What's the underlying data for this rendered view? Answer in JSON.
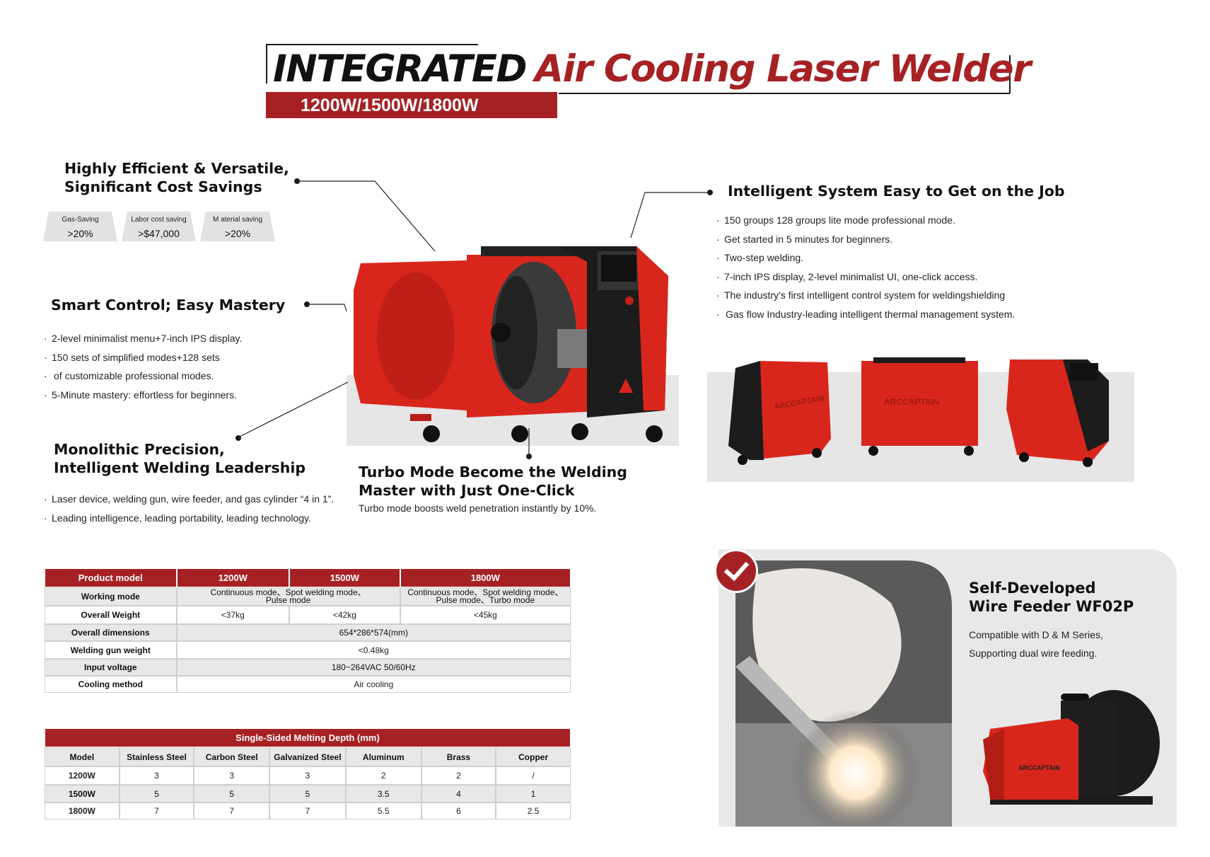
{
  "header": {
    "title_black": "INTEGRATED",
    "title_red": "Air Cooling Laser Welder",
    "power_badge": "1200W/1500W/1800W"
  },
  "colors": {
    "brand_red": "#a62124",
    "machine_red": "#d9261c",
    "panel_gray": "#e6e6e6"
  },
  "section_efficient": {
    "title_l1": "Highly Efficient & Versatile,",
    "title_l2": "Significant Cost Savings",
    "badges": [
      {
        "label": "Gas-Saving",
        "value": ">20%"
      },
      {
        "label": "Labor cost saving",
        "value": ">$47,000"
      },
      {
        "label": "M aterial saving",
        "value": ">20%"
      }
    ]
  },
  "section_smart": {
    "title": "Smart Control; Easy Mastery",
    "bullets": [
      "2-level minimalist menu+7-inch IPS display.",
      "150 sets of simplified modes+128 sets",
      "of customizable professional modes.",
      "5-Minute mastery: effortless for beginners."
    ]
  },
  "section_monolithic": {
    "title_l1": "Monolithic Precision,",
    "title_l2": "Intelligent Welding Leadership",
    "bullets": [
      "Laser device, welding gun, wire feeder, and gas cylinder “4 in 1”.",
      "Leading intelligence, leading portability, leading technology."
    ]
  },
  "section_turbo": {
    "title_l1": "Turbo Mode Become the Welding",
    "title_l2": "Master with Just One-Click",
    "text": "Turbo mode boosts weld penetration instantly by 10%."
  },
  "section_intelligent": {
    "title": "Intelligent System Easy to Get on the Job",
    "bullets": [
      "150 groups 128 groups lite mode   professional mode.",
      "Get started in 5 minutes for beginners.",
      "Two-step welding.",
      "7-inch IPS display, 2-level minimalist UI, one-click access.",
      "The industry's first intelligent control system for weldingshielding",
      "Gas flow Industry-leading intelligent  thermal management system."
    ]
  },
  "brand_logo": "ARCCAPTAIN",
  "spec_table": {
    "headers": [
      "Product model",
      "1200W",
      "1500W",
      "1800W"
    ],
    "working_mode": {
      "label": "Working mode",
      "v1": "Continuous mode、Spot welding mode、",
      "v1b": "Pulse mode",
      "v2": "Continuous mode、Spot welding mode、",
      "v2b": "Pulse mode、Turbo mode"
    },
    "weight": {
      "label": "Overall Weight",
      "v1": "<37kg",
      "v2": "<42kg",
      "v3": "<45kg"
    },
    "dimensions": {
      "label": "Overall dimensions",
      "value": "654*286*574(mm)"
    },
    "gun_weight": {
      "label": "Welding gun weight",
      "value": "<0.48kg"
    },
    "voltage": {
      "label": "Input voltage",
      "value": "180~264VAC   50/60Hz"
    },
    "cooling": {
      "label": "Cooling method",
      "value": "Air cooling"
    }
  },
  "depth_table": {
    "title": "Single-Sided Melting Depth    (mm)",
    "columns": [
      "Model",
      "Stainless Steel",
      "Carbon Steel",
      "Galvanized Steel",
      "Aluminum",
      "Brass",
      "Copper"
    ],
    "rows": [
      [
        "1200W",
        "3",
        "3",
        "3",
        "2",
        "2",
        "/"
      ],
      [
        "1500W",
        "5",
        "5",
        "5",
        "3.5",
        "4",
        "1"
      ],
      [
        "1800W",
        "7",
        "7",
        "7",
        "5.5",
        "6",
        "2.5"
      ]
    ]
  },
  "wire_feeder": {
    "title_l1": "Self-Developed",
    "title_l2": "Wire Feeder WF02P",
    "text_l1": "Compatible with D & M Series,",
    "text_l2": "Supporting dual wire feeding."
  }
}
